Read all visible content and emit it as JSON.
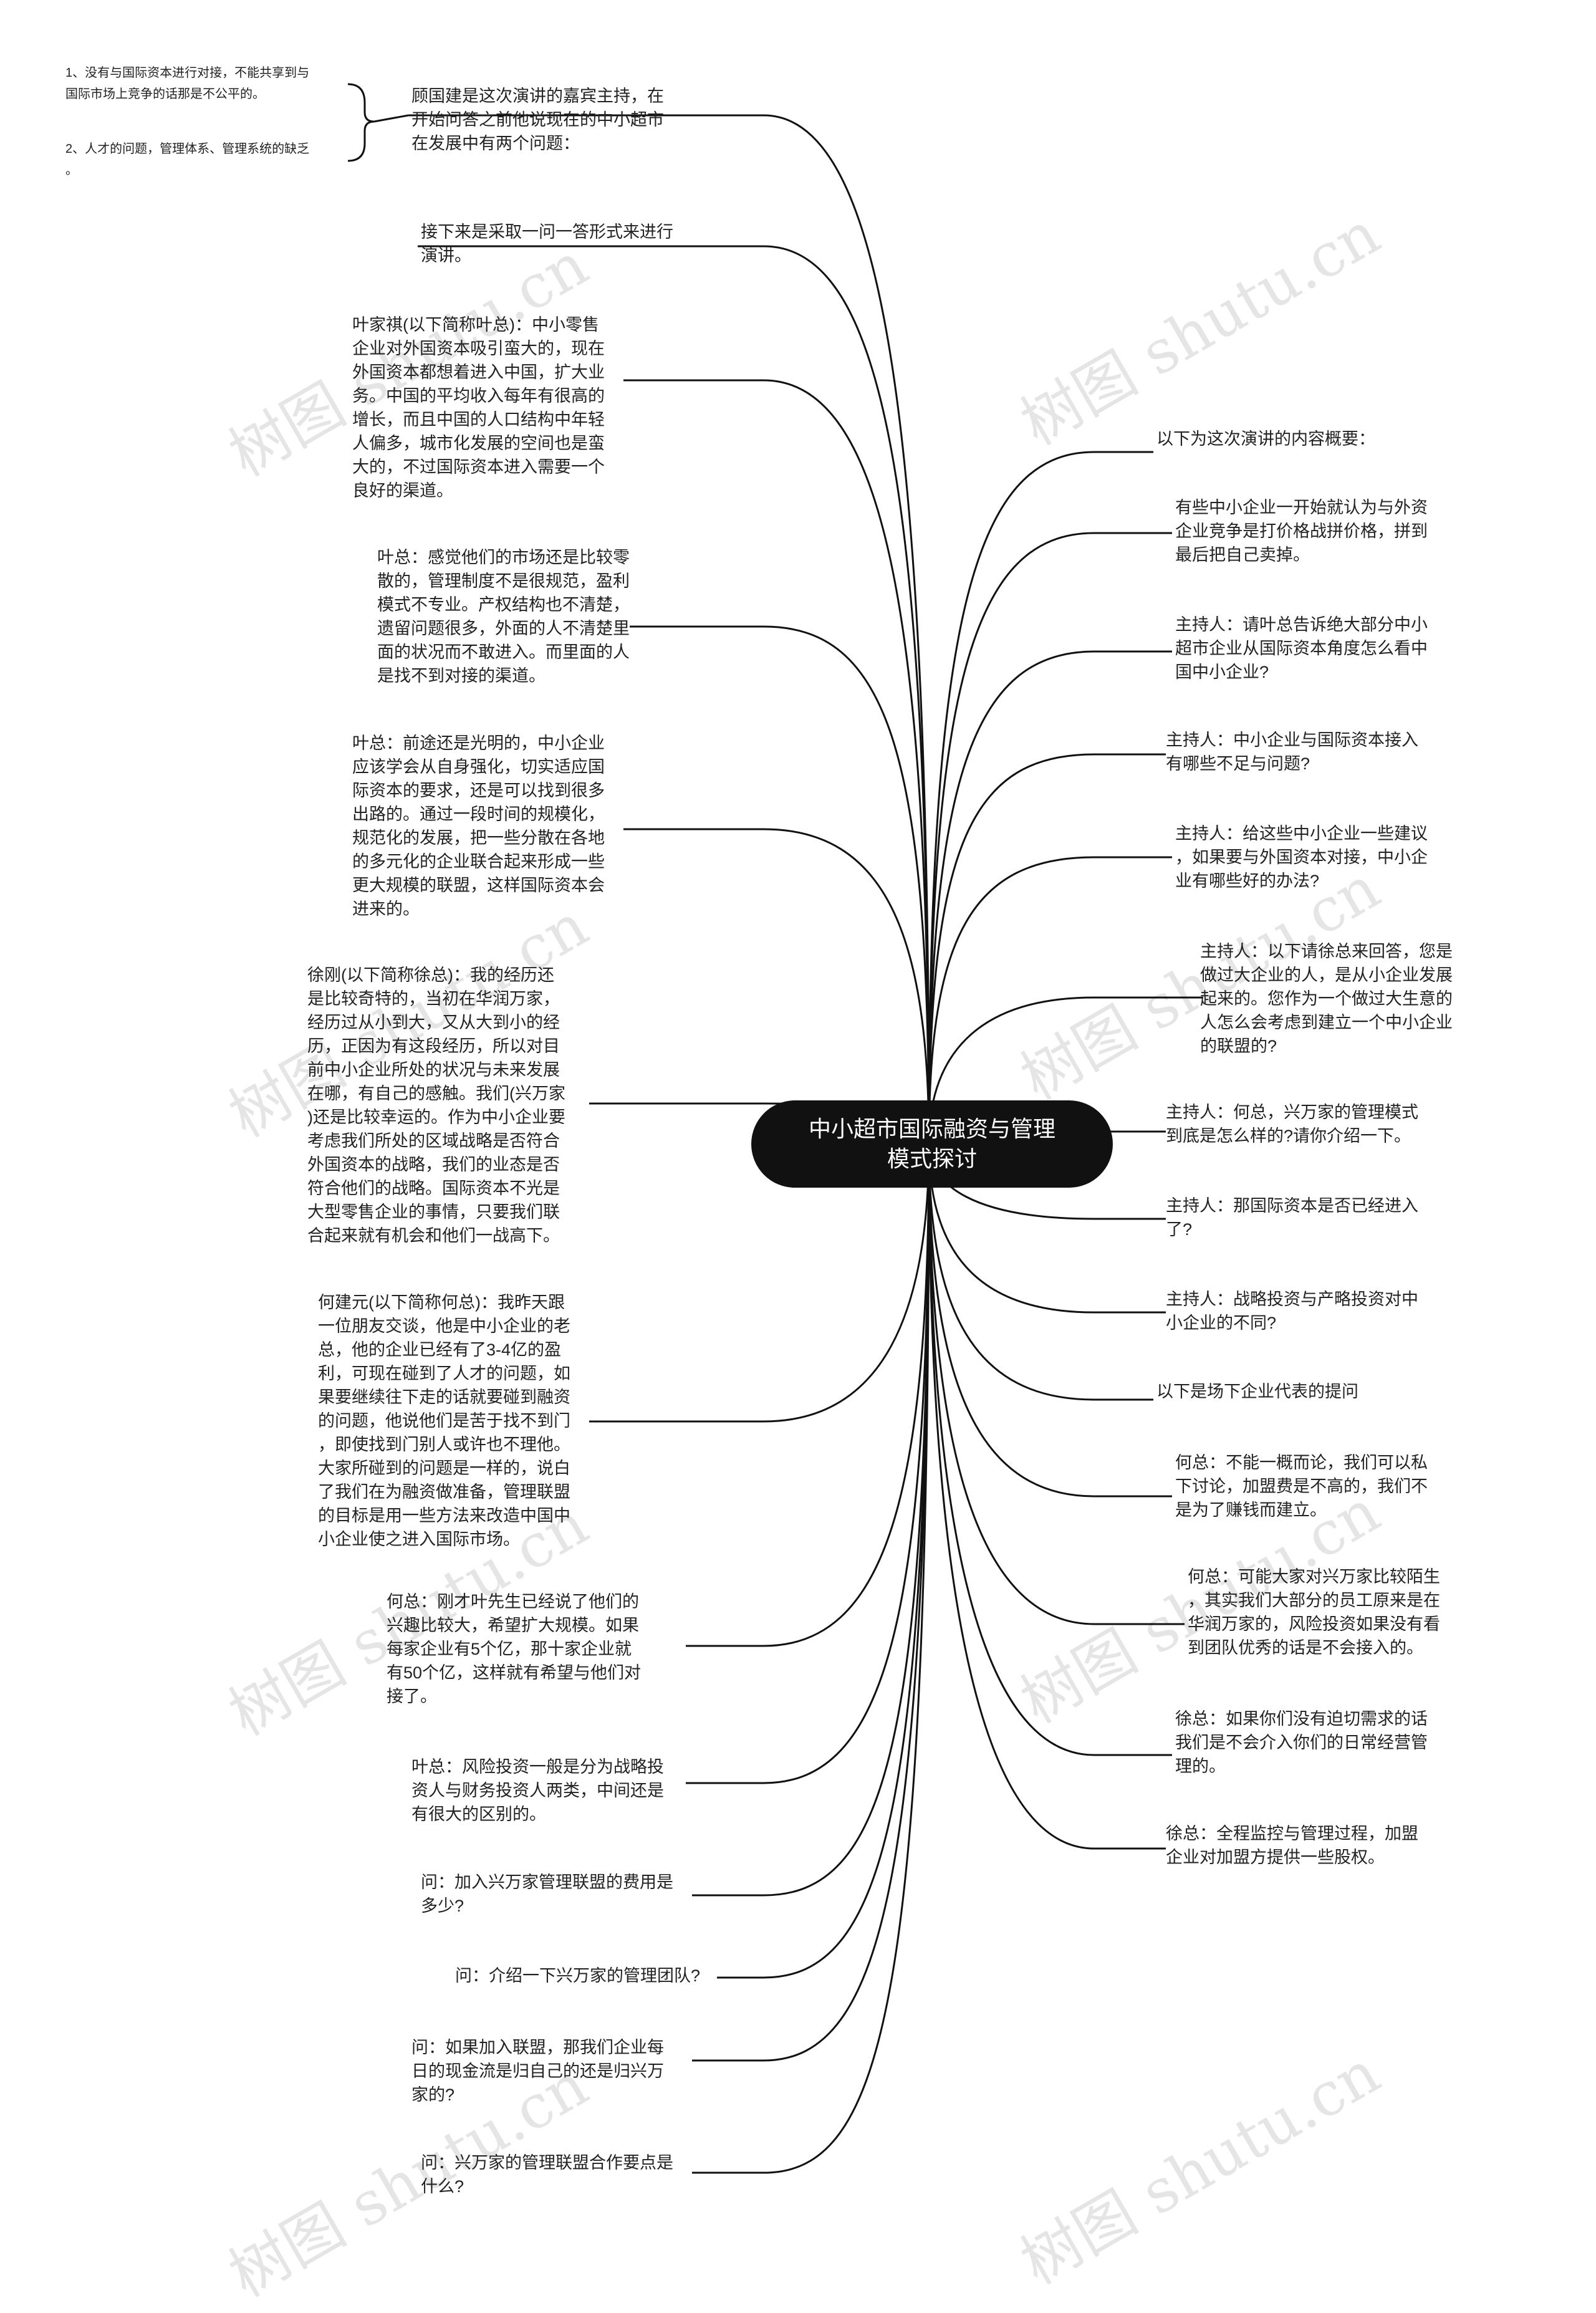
{
  "center": "中小超市国际融资与管理\n模式探讨",
  "left_nodes": [
    {
      "id": "L1",
      "text": "顾国建是这次演讲的嘉宾主持，在\n开始问答之前他说现在的中小超市\n在发展中有两个问题："
    },
    {
      "id": "L2",
      "text": "接下来是采取一问一答形式来进行\n演讲。"
    },
    {
      "id": "L3",
      "text": "叶家祺(以下简称叶总)：中小零售\n企业对外国资本吸引蛮大的，现在\n外国资本都想着进入中国，扩大业\n务。中国的平均收入每年有很高的\n增长，而且中国的人口结构中年轻\n人偏多，城市化发展的空间也是蛮\n大的，不过国际资本进入需要一个\n良好的渠道。"
    },
    {
      "id": "L4",
      "text": "叶总：感觉他们的市场还是比较零\n散的，管理制度不是很规范，盈利\n模式不专业。产权结构也不清楚，\n遗留问题很多，外面的人不清楚里\n面的状况而不敢进入。而里面的人\n是找不到对接的渠道。"
    },
    {
      "id": "L5",
      "text": "叶总：前途还是光明的，中小企业\n应该学会从自身强化，切实适应国\n际资本的要求，还是可以找到很多\n出路的。通过一段时间的规模化，\n规范化的发展，把一些分散在各地\n的多元化的企业联合起来形成一些\n更大规模的联盟，这样国际资本会\n进来的。"
    },
    {
      "id": "L6",
      "text": "徐刚(以下简称徐总)：我的经历还\n是比较奇特的，当初在华润万家，\n经历过从小到大，又从大到小的经\n历，正因为有这段经历，所以对目\n前中小企业所处的状况与未来发展\n在哪，有自己的感触。我们(兴万家\n)还是比较幸运的。作为中小企业要\n考虑我们所处的区域战略是否符合\n外国资本的战略，我们的业态是否\n符合他们的战略。国际资本不光是\n大型零售企业的事情，只要我们联\n合起来就有机会和他们一战高下。"
    },
    {
      "id": "L7",
      "text": "何建元(以下简称何总)：我昨天跟\n一位朋友交谈，他是中小企业的老\n总，他的企业已经有了3-4亿的盈\n利，可现在碰到了人才的问题，如\n果要继续往下走的话就要碰到融资\n的问题，他说他们是苦于找不到门\n，即使找到门别人或许也不理他。\n大家所碰到的问题是一样的，说白\n了我们在为融资做准备，管理联盟\n的目标是用一些方法来改造中国中\n小企业使之进入国际市场。"
    },
    {
      "id": "L8",
      "text": "何总：刚才叶先生已经说了他们的\n兴趣比较大，希望扩大规模。如果\n每家企业有5个亿，那十家企业就\n有50个亿，这样就有希望与他们对\n接了。"
    },
    {
      "id": "L9",
      "text": "叶总：风险投资一般是分为战略投\n资人与财务投资人两类，中间还是\n有很大的区别的。"
    },
    {
      "id": "L10",
      "text": "问：加入兴万家管理联盟的费用是\n多少?"
    },
    {
      "id": "L11",
      "text": "问：介绍一下兴万家的管理团队?"
    },
    {
      "id": "L12",
      "text": "问：如果加入联盟，那我们企业每\n日的现金流是归自己的还是归兴万\n家的?"
    },
    {
      "id": "L13",
      "text": "问：兴万家的管理联盟合作要点是\n什么?"
    }
  ],
  "sub_nodes": [
    {
      "id": "S1",
      "text": "1、没有与国际资本进行对接，不能共享到与\n国际市场上竞争的话那是不公平的。"
    },
    {
      "id": "S2",
      "text": "2、人才的问题，管理体系、管理系统的缺乏\n。"
    }
  ],
  "right_nodes": [
    {
      "id": "R1",
      "text": "以下为这次演讲的内容概要："
    },
    {
      "id": "R2",
      "text": "有些中小企业一开始就认为与外资\n企业竞争是打价格战拼价格，拼到\n最后把自己卖掉。"
    },
    {
      "id": "R3",
      "text": "主持人：请叶总告诉绝大部分中小\n超市企业从国际资本角度怎么看中\n国中小企业?"
    },
    {
      "id": "R4",
      "text": "主持人：中小企业与国际资本接入\n有哪些不足与问题?"
    },
    {
      "id": "R5",
      "text": "主持人：给这些中小企业一些建议\n，如果要与外国资本对接，中小企\n业有哪些好的办法?"
    },
    {
      "id": "R6",
      "text": "主持人：以下请徐总来回答，您是\n做过大企业的人，是从小企业发展\n起来的。您作为一个做过大生意的\n人怎么会考虑到建立一个中小企业\n的联盟的?"
    },
    {
      "id": "R7",
      "text": "主持人：何总，兴万家的管理模式\n到底是怎么样的?请你介绍一下。"
    },
    {
      "id": "R8",
      "text": "主持人：那国际资本是否已经进入\n了?"
    },
    {
      "id": "R9",
      "text": "主持人：战略投资与产略投资对中\n小企业的不同?"
    },
    {
      "id": "R10",
      "text": "以下是场下企业代表的提问"
    },
    {
      "id": "R11",
      "text": "何总：不能一概而论，我们可以私\n下讨论，加盟费是不高的，我们不\n是为了赚钱而建立。"
    },
    {
      "id": "R12",
      "text": "何总：可能大家对兴万家比较陌生\n，其实我们大部分的员工原来是在\n华润万家的，风险投资如果没有看\n到团队优秀的话是不会接入的。"
    },
    {
      "id": "R13",
      "text": "徐总：如果你们没有迫切需求的话\n我们是不会介入你们的日常经营管\n理的。"
    },
    {
      "id": "R14",
      "text": "徐总：全程监控与管理过程，加盟\n企业对加盟方提供一些股权。"
    }
  ],
  "watermark": "树图 shutu.cn"
}
